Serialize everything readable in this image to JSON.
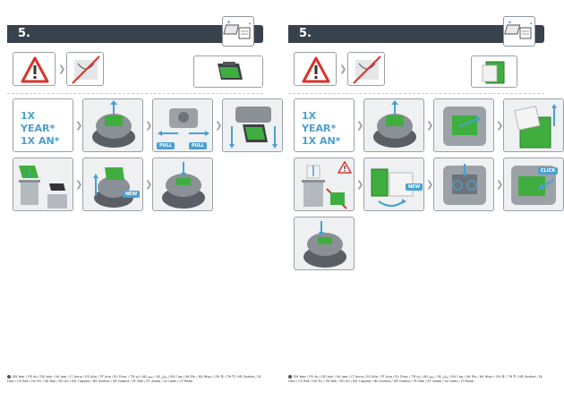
{
  "left": {
    "step": "5.",
    "year_line1": "1X YEAR*",
    "year_line2": "1X AN*",
    "label_pull_left": "PULL",
    "label_pull_right": "PULL",
    "label_new": "NEW",
    "footer": "EN Year / FR An / DE Jahr / NL Jaar / IT Anno / ES Año / PT Ano / EL Έτος / TR yıl / AR سنة / FA سال / RU Год / UK Рік / KK Жыл / ZH 年 / TH ปี / HR Godina / SL Leto / CS Rok / HU Év / SK Rok / RO An / BG Година / BS Godina / SR Godina / PL Rok / ET Aasta / LV Gads / LT Metai"
  },
  "right": {
    "step": "5.",
    "year_line1": "1X YEAR*",
    "year_line2": "1X AN*",
    "label_new": "NEW",
    "label_click": "CLICK",
    "footer": "EN Year / FR An / DE Jahr / NL Jaar / IT Anno / ES Año / PT Ano / EL Έτος / TR yıl / AR سنة / FA سال / RU Год / UK Рік / KK Жыл / ZH 年 / TH ปี / HR Godina / SL Leto / CS Rok / HU Év / SK Rok / RO An / BG Година / BS Godina / SR Godina / PL Rok / ET Aasta / LV Gads / LT Metai"
  },
  "colors": {
    "header": "#38424d",
    "accent": "#4aa0cf",
    "filter_green": "#3fae3f",
    "warning_red": "#d9342b"
  }
}
